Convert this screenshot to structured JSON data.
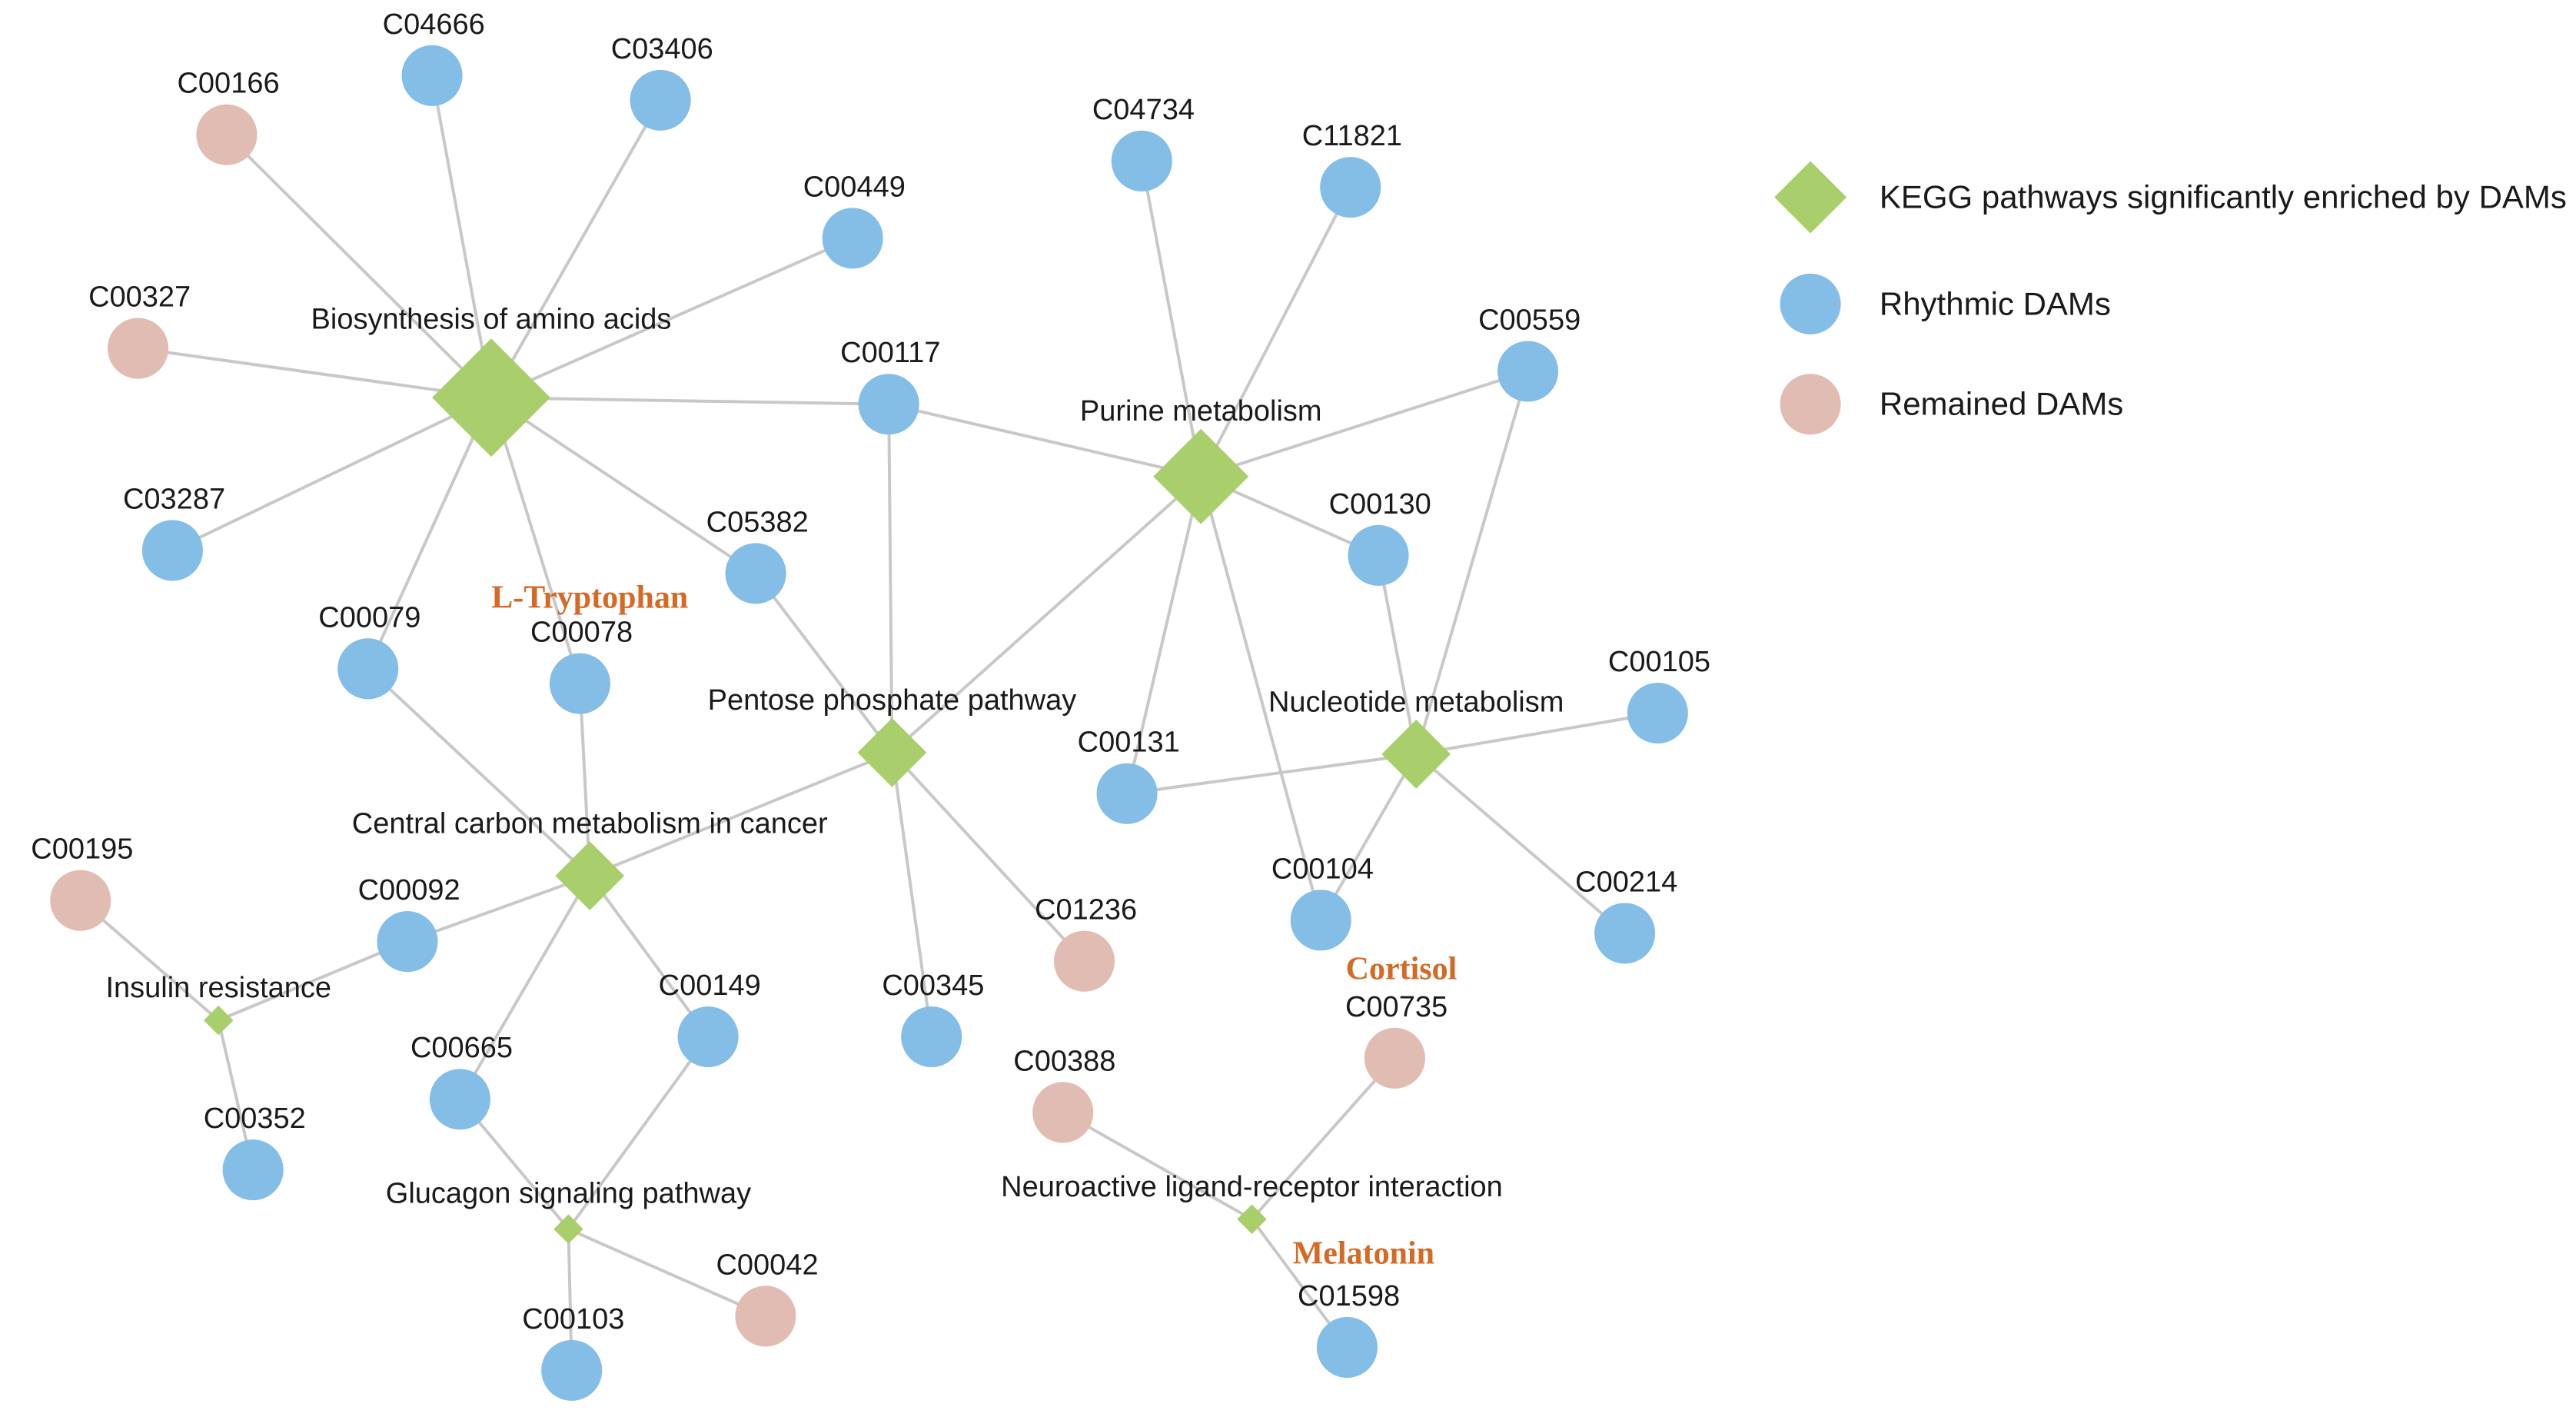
{
  "colors": {
    "pathway": "#a8cf6b",
    "rhythmic": "#84bde5",
    "remained": "#e1bcb2",
    "edge": "#c8c8c8",
    "highlight_text": "#d46a26"
  },
  "legend": [
    {
      "type": "pathway",
      "shape": "diamond",
      "label": "KEGG pathways significantly enriched by DAMs"
    },
    {
      "type": "rhythmic",
      "shape": "circle",
      "label": "Rhythmic DAMs"
    },
    {
      "type": "remained",
      "shape": "circle",
      "label": "Remained DAMs"
    }
  ],
  "pathways": [
    {
      "id": "bio",
      "label": "Biosynthesis of amino acids",
      "size": "large"
    },
    {
      "id": "pur",
      "label": "Purine metabolism",
      "size": "medium"
    },
    {
      "id": "pen",
      "label": "Pentose phosphate pathway",
      "size": "small"
    },
    {
      "id": "nuc",
      "label": "Nucleotide metabolism",
      "size": "small"
    },
    {
      "id": "ccm",
      "label": "Central carbon metabolism in cancer",
      "size": "small"
    },
    {
      "id": "ins",
      "label": "Insulin resistance",
      "size": "tiny"
    },
    {
      "id": "glu",
      "label": "Glucagon signaling pathway",
      "size": "tiny"
    },
    {
      "id": "neu",
      "label": "Neuroactive ligand-receptor interaction",
      "size": "tiny"
    }
  ],
  "compounds": [
    {
      "id": "C04666",
      "label": "C04666",
      "type": "rhythmic"
    },
    {
      "id": "C03406",
      "label": "C03406",
      "type": "rhythmic"
    },
    {
      "id": "C00166",
      "label": "C00166",
      "type": "remained"
    },
    {
      "id": "C00449",
      "label": "C00449",
      "type": "rhythmic"
    },
    {
      "id": "C00327",
      "label": "C00327",
      "type": "remained"
    },
    {
      "id": "C03287",
      "label": "C03287",
      "type": "rhythmic"
    },
    {
      "id": "C00117",
      "label": "C00117",
      "type": "rhythmic"
    },
    {
      "id": "C04734",
      "label": "C04734",
      "type": "rhythmic"
    },
    {
      "id": "C11821",
      "label": "C11821",
      "type": "rhythmic"
    },
    {
      "id": "C00559",
      "label": "C00559",
      "type": "rhythmic"
    },
    {
      "id": "C00130",
      "label": "C00130",
      "type": "rhythmic"
    },
    {
      "id": "C05382",
      "label": "C05382",
      "type": "rhythmic"
    },
    {
      "id": "C00079",
      "label": "C00079",
      "type": "rhythmic"
    },
    {
      "id": "C00078",
      "label": "C00078",
      "type": "rhythmic"
    },
    {
      "id": "C00105",
      "label": "C00105",
      "type": "rhythmic"
    },
    {
      "id": "C00131",
      "label": "C00131",
      "type": "rhythmic"
    },
    {
      "id": "C00195",
      "label": "C00195",
      "type": "remained"
    },
    {
      "id": "C00092",
      "label": "C00092",
      "type": "rhythmic"
    },
    {
      "id": "C00104",
      "label": "C00104",
      "type": "rhythmic"
    },
    {
      "id": "C00214",
      "label": "C00214",
      "type": "rhythmic"
    },
    {
      "id": "C01236",
      "label": "C01236",
      "type": "remained"
    },
    {
      "id": "C00149",
      "label": "C00149",
      "type": "rhythmic"
    },
    {
      "id": "C00345",
      "label": "C00345",
      "type": "rhythmic"
    },
    {
      "id": "C00665",
      "label": "C00665",
      "type": "rhythmic"
    },
    {
      "id": "C00735",
      "label": "C00735",
      "type": "remained"
    },
    {
      "id": "C00388",
      "label": "C00388",
      "type": "remained"
    },
    {
      "id": "C00352",
      "label": "C00352",
      "type": "rhythmic"
    },
    {
      "id": "C00042",
      "label": "C00042",
      "type": "remained"
    },
    {
      "id": "C00103",
      "label": "C00103",
      "type": "rhythmic"
    },
    {
      "id": "C01598",
      "label": "C01598",
      "type": "rhythmic"
    }
  ],
  "highlights": [
    {
      "compound": "C00078",
      "label": "L-Tryptophan"
    },
    {
      "compound": "C00735",
      "label": "Cortisol"
    },
    {
      "compound": "C01598",
      "label": "Melatonin"
    }
  ],
  "edges": [
    [
      "bio",
      "C04666"
    ],
    [
      "bio",
      "C03406"
    ],
    [
      "bio",
      "C00166"
    ],
    [
      "bio",
      "C00449"
    ],
    [
      "bio",
      "C00327"
    ],
    [
      "bio",
      "C03287"
    ],
    [
      "bio",
      "C00117"
    ],
    [
      "bio",
      "C05382"
    ],
    [
      "bio",
      "C00079"
    ],
    [
      "bio",
      "C00078"
    ],
    [
      "C00117",
      "pur"
    ],
    [
      "C00117",
      "pen"
    ],
    [
      "pur",
      "C04734"
    ],
    [
      "pur",
      "C11821"
    ],
    [
      "pur",
      "C00559"
    ],
    [
      "pur",
      "C00130"
    ],
    [
      "pur",
      "pen"
    ],
    [
      "pur",
      "C00131"
    ],
    [
      "pur",
      "C00104"
    ],
    [
      "C05382",
      "pen"
    ],
    [
      "pen",
      "ccm"
    ],
    [
      "pen",
      "C01236"
    ],
    [
      "pen",
      "C00345"
    ],
    [
      "nuc",
      "C00559"
    ],
    [
      "nuc",
      "C00130"
    ],
    [
      "nuc",
      "C00105"
    ],
    [
      "nuc",
      "C00131"
    ],
    [
      "nuc",
      "C00104"
    ],
    [
      "nuc",
      "C00214"
    ],
    [
      "ccm",
      "C00079"
    ],
    [
      "ccm",
      "C00078"
    ],
    [
      "ccm",
      "C00092"
    ],
    [
      "ccm",
      "C00149"
    ],
    [
      "ccm",
      "C00665"
    ],
    [
      "ins",
      "C00195"
    ],
    [
      "ins",
      "C00092"
    ],
    [
      "ins",
      "C00352"
    ],
    [
      "glu",
      "C00665"
    ],
    [
      "glu",
      "C00149"
    ],
    [
      "glu",
      "C00042"
    ],
    [
      "glu",
      "C00103"
    ],
    [
      "neu",
      "C00388"
    ],
    [
      "neu",
      "C00735"
    ],
    [
      "neu",
      "C01598"
    ]
  ]
}
